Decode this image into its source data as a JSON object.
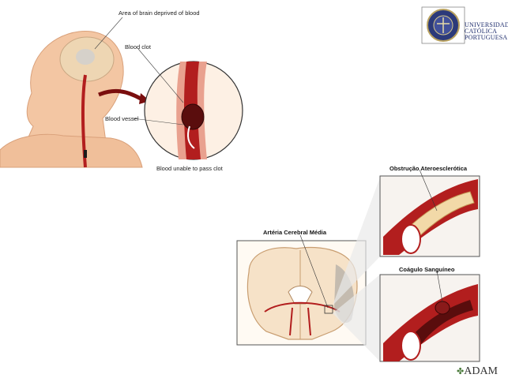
{
  "stroke_figure": {
    "label_area": "Area of brain deprived of blood",
    "label_clot": "Blood clot",
    "label_vessel": "Blood vessel",
    "label_unable": "Blood unable to pass clot"
  },
  "mca_figure": {
    "label_artery": "Artéria Cerebral Média",
    "label_obstruction": "Obstrução Ateroesclerótica",
    "label_clot": "Coágulo Sanguíneo"
  },
  "university": {
    "line1": "UNIVERSIDADE",
    "line2": "CATÓLICA",
    "line3": "PORTUGUESA"
  },
  "credit": "ADAM",
  "colors": {
    "skin": "#f3c6a3",
    "artery": "#b21e1e",
    "artery_dark": "#7a0e0e",
    "brain": "#f6e2c8"
  }
}
